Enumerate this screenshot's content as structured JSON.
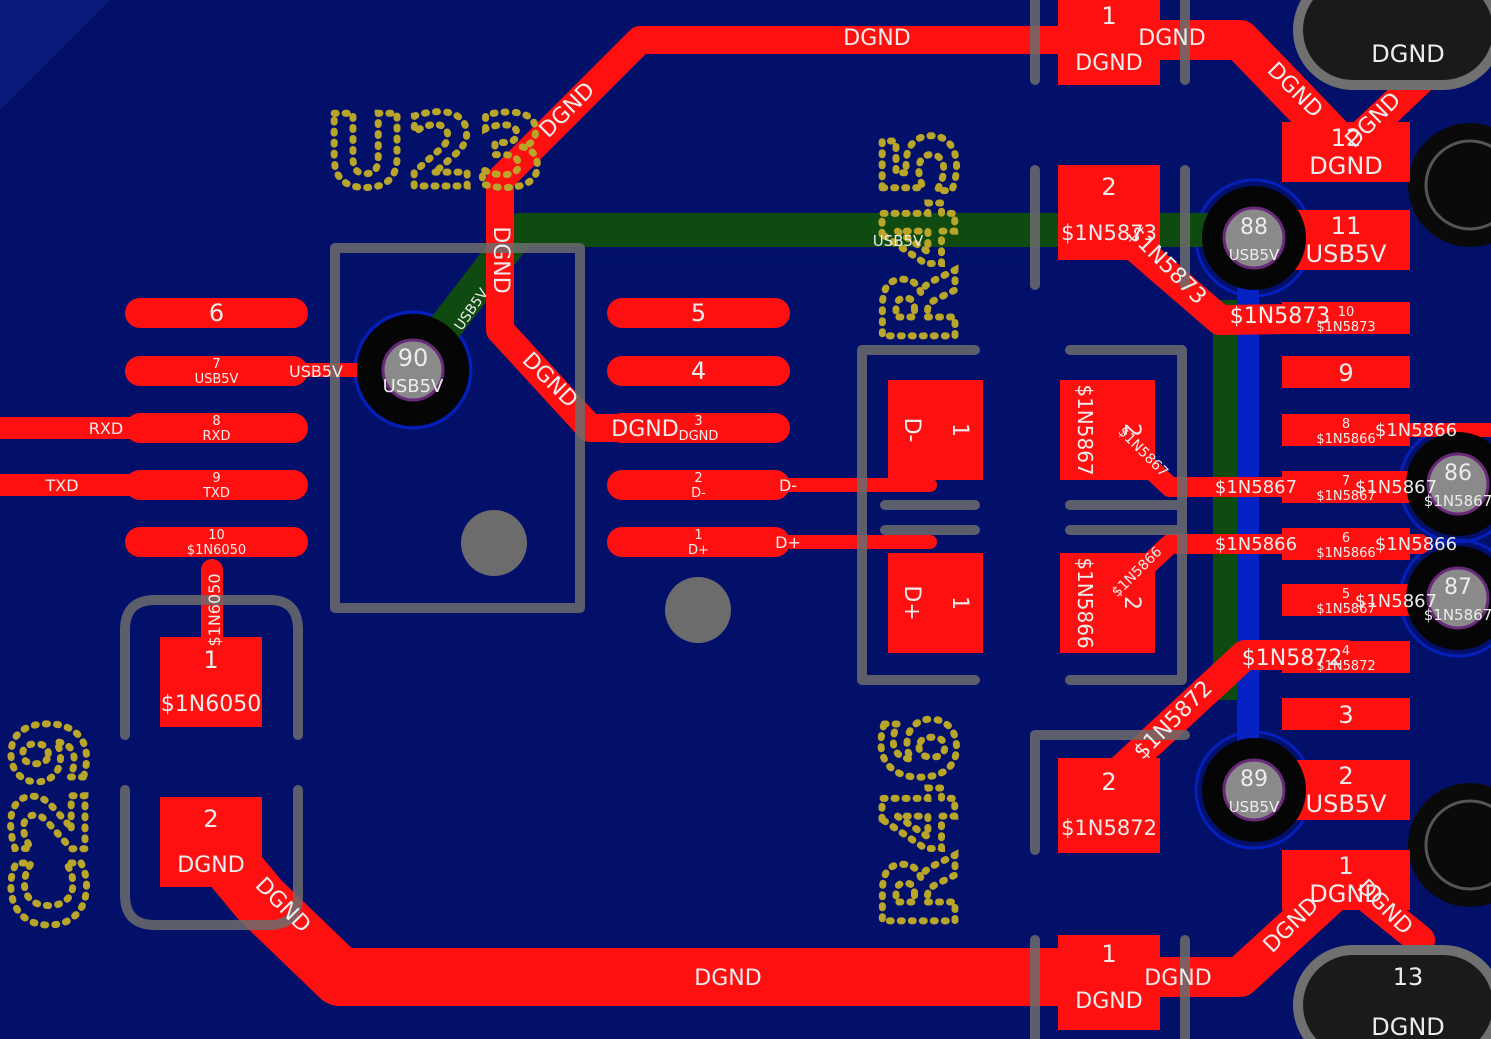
{
  "refs": {
    "u23": "U23",
    "r45": "R45",
    "r46": "R46",
    "c29": "C29"
  },
  "u23_pins": [
    {
      "num": "6",
      "net": ""
    },
    {
      "num": "7",
      "net": "USB5V"
    },
    {
      "num": "8",
      "net": "RXD"
    },
    {
      "num": "9",
      "net": "TXD"
    },
    {
      "num": "10",
      "net": "$1N6050"
    },
    {
      "num": "5",
      "net": ""
    },
    {
      "num": "4",
      "net": ""
    },
    {
      "num": "3",
      "net": "DGND"
    },
    {
      "num": "2",
      "net": "D-"
    },
    {
      "num": "1",
      "net": "D+"
    }
  ],
  "trace_labels": {
    "usb5v_left": "USB5V",
    "rxd": "RXD",
    "txd": "TXD",
    "dgnd_pin3": "DGND",
    "dminus": "D-",
    "dplus": "D+",
    "dgnd_top": "DGND",
    "dgnd_bottom": "DGND",
    "dgnd_diag_top": "DGND",
    "dgnd_vert": "DGND",
    "dgnd_diag_mid": "DGND",
    "dgnd_c29": "DGND",
    "usb5v_diag": "USB5V",
    "usb5v_green": "USB5V",
    "n6050_vert": "$1N6050",
    "n5873_diag": "$1N5873",
    "n5872_diag": "$1N5872",
    "n5867_right": "$1N5867",
    "n5866_right": "$1N5866",
    "n5867_diag": "$1N5867",
    "n5866_diag": "$1N5866",
    "dgnd_tr1": "DGND",
    "dgnd_tr2": "DGND",
    "dgnd_br1": "DGND",
    "dgnd_br2": "DGND",
    "dgnd_r1": "DGND",
    "dgnd_r2": "DGND"
  },
  "vias": [
    {
      "num": "90",
      "net": "USB5V"
    },
    {
      "num": "88",
      "net": "USB5V"
    },
    {
      "num": "89",
      "net": "USB5V"
    },
    {
      "num": "86",
      "net": "$1N5867"
    },
    {
      "num": "87",
      "net": "$1N5867"
    }
  ],
  "c29_pads": [
    {
      "num": "1",
      "net": "$1N6050"
    },
    {
      "num": "2",
      "net": "DGND"
    }
  ],
  "r45_pads": [
    {
      "num": "1",
      "net": "D-"
    },
    {
      "num": "2",
      "net": "$1N5867"
    }
  ],
  "r46_pads": [
    {
      "num": "1",
      "net": "D+"
    },
    {
      "num": "2",
      "net": "$1N5866"
    }
  ],
  "right_pads": [
    {
      "num": "1",
      "net": "DGND"
    },
    {
      "num": "2",
      "net": "$1N5873"
    },
    {
      "num": "2",
      "net": "$1N5872"
    },
    {
      "num": "1",
      "net": "DGND"
    }
  ],
  "connector": [
    {
      "num": "12",
      "net": "DGND",
      "big": true
    },
    {
      "num": "11",
      "net": "USB5V",
      "big": true
    },
    {
      "num": "10",
      "net": "$1N5873",
      "big": false
    },
    {
      "num": "9",
      "net": "",
      "big": false
    },
    {
      "num": "8",
      "net": "$1N5866",
      "big": false
    },
    {
      "num": "7",
      "net": "$1N5867",
      "big": false
    },
    {
      "num": "6",
      "net": "$1N5866",
      "big": false
    },
    {
      "num": "5",
      "net": "$1N5867",
      "big": false
    },
    {
      "num": "4",
      "net": "$1N5872",
      "big": false
    },
    {
      "num": "3",
      "net": "",
      "big": false
    },
    {
      "num": "2",
      "net": "USB5V",
      "big": true
    },
    {
      "num": "1",
      "net": "DGND",
      "big": true
    }
  ],
  "shell": [
    {
      "num": "",
      "net": "DGND"
    },
    {
      "num": "13",
      "net": "DGND"
    }
  ],
  "colors": {
    "board": "#02106a",
    "copper_top": "#ff1010",
    "copper_bottom_green": "#0f4a10",
    "silk": "#b8a52a",
    "outline": "#6c6c6c",
    "drill": "#1a1a1a",
    "label": "#ececec"
  }
}
